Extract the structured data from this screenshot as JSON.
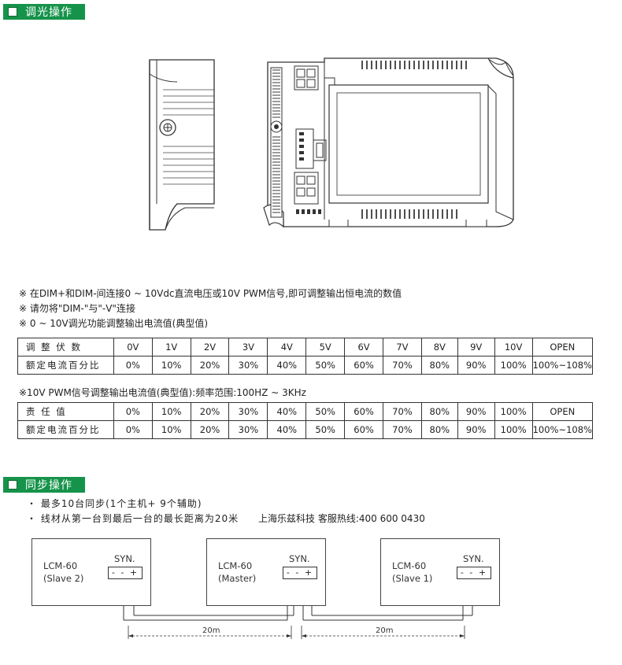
{
  "dimming": {
    "header": "调光操作",
    "notes": [
      "※ 在DIM+和DIM-间连接0 ~ 10Vdc直流电压或10V PWM信号,即可调整输出恒电流的数值",
      "※ 请勿将\"DIM-\"与\"-V\"连接",
      "※  0 ~ 10V调光功能调整输出电流值(典型值)"
    ],
    "table1": {
      "rows": [
        [
          "调 整 伏 数",
          "0V",
          "1V",
          "2V",
          "3V",
          "4V",
          "5V",
          "6V",
          "7V",
          "8V",
          "9V",
          "10V",
          "OPEN"
        ],
        [
          "额定电流百分比",
          "0%",
          "10%",
          "20%",
          "30%",
          "40%",
          "50%",
          "60%",
          "70%",
          "80%",
          "90%",
          "100%",
          "100%~108%"
        ]
      ]
    },
    "pwm_note": "※10V PWM信号调整输出电流值(典型值):频率范围:100HZ ~ 3KHz",
    "table2": {
      "rows": [
        [
          "责 任 值",
          "0%",
          "10%",
          "20%",
          "30%",
          "40%",
          "50%",
          "60%",
          "70%",
          "80%",
          "90%",
          "100%",
          "OPEN"
        ],
        [
          "额定电流百分比",
          "0%",
          "10%",
          "20%",
          "30%",
          "40%",
          "50%",
          "60%",
          "70%",
          "80%",
          "90%",
          "100%",
          "100%~108%"
        ]
      ]
    }
  },
  "sync": {
    "header": "同步操作",
    "bullets": [
      "・ 最多10台同步(1个主机+ 9个辅助)",
      "・ 线材从第一台到最后一台的最长距离为20米"
    ],
    "hotline": "上海乐兹科技 客服热线:400 600 0430",
    "units": [
      {
        "name_line1": "LCM-60",
        "name_line2": "(Slave 2)",
        "syn": "SYN.",
        "terminal": "- - +"
      },
      {
        "name_line1": "LCM-60",
        "name_line2": "(Master)",
        "syn": "SYN.",
        "terminal": "- - +"
      },
      {
        "name_line1": "LCM-60",
        "name_line2": "(Slave 1)",
        "syn": "SYN.",
        "terminal": "- - +"
      }
    ],
    "distances": [
      "20m",
      "20m"
    ]
  },
  "colors": {
    "header_bg": "#16934a",
    "device_fill": "#ffffff",
    "line": "#333333"
  }
}
